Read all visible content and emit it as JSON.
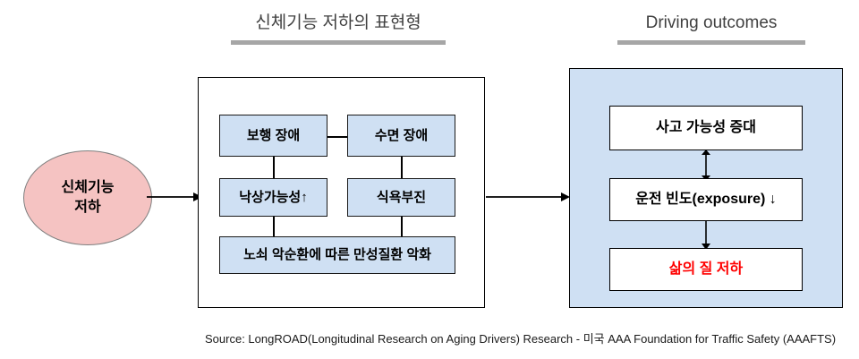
{
  "sections": {
    "middle": {
      "title": "신체기능 저하의 표현형"
    },
    "right": {
      "title": "Driving outcomes"
    }
  },
  "source_node": {
    "line1": "신체기능",
    "line2": "저하",
    "fill": "#f5c3c2"
  },
  "middle_panel": {
    "fill": "#ffffff",
    "border": "#000000",
    "nodes": [
      {
        "id": "gait-disorder",
        "label": "보행 장애"
      },
      {
        "id": "sleep-disorder",
        "label": "수면 장애"
      },
      {
        "id": "fall-risk",
        "label": "낙상가능성↑"
      },
      {
        "id": "appetite-loss",
        "label": "식욕부진"
      },
      {
        "id": "chronic-disease",
        "label": "노쇠 악순환에 따른 만성질환 악화"
      }
    ],
    "node_fill": "#cfe0f3"
  },
  "right_panel": {
    "fill": "#cfe0f3",
    "border": "#000000",
    "nodes": [
      {
        "id": "crash-risk",
        "label": "사고 가능성  증대",
        "color": "#000000"
      },
      {
        "id": "driving-exposure",
        "label": "운전 빈도(exposure) ↓",
        "color": "#000000"
      },
      {
        "id": "quality-of-life",
        "label": "삶의 질 저하",
        "color": "#ff0000"
      }
    ],
    "node_fill": "#ffffff"
  },
  "connectors": {
    "source_to_middle": "arrow-right",
    "middle_to_right": "arrow-right",
    "crash_exposure": "double-arrow-vertical",
    "exposure_qol": "arrow-down"
  },
  "footer": {
    "source": "Source: LongROAD(Longitudinal Research on Aging Drivers) Research - 미국 AAA Foundation for Traffic Safety (AAAFTS)"
  },
  "colors": {
    "title_rule": "#a6a6a6",
    "title_text": "#404040",
    "accent_blue": "#cfe0f3",
    "accent_pink": "#f5c3c2",
    "alert_red": "#ff0000"
  }
}
